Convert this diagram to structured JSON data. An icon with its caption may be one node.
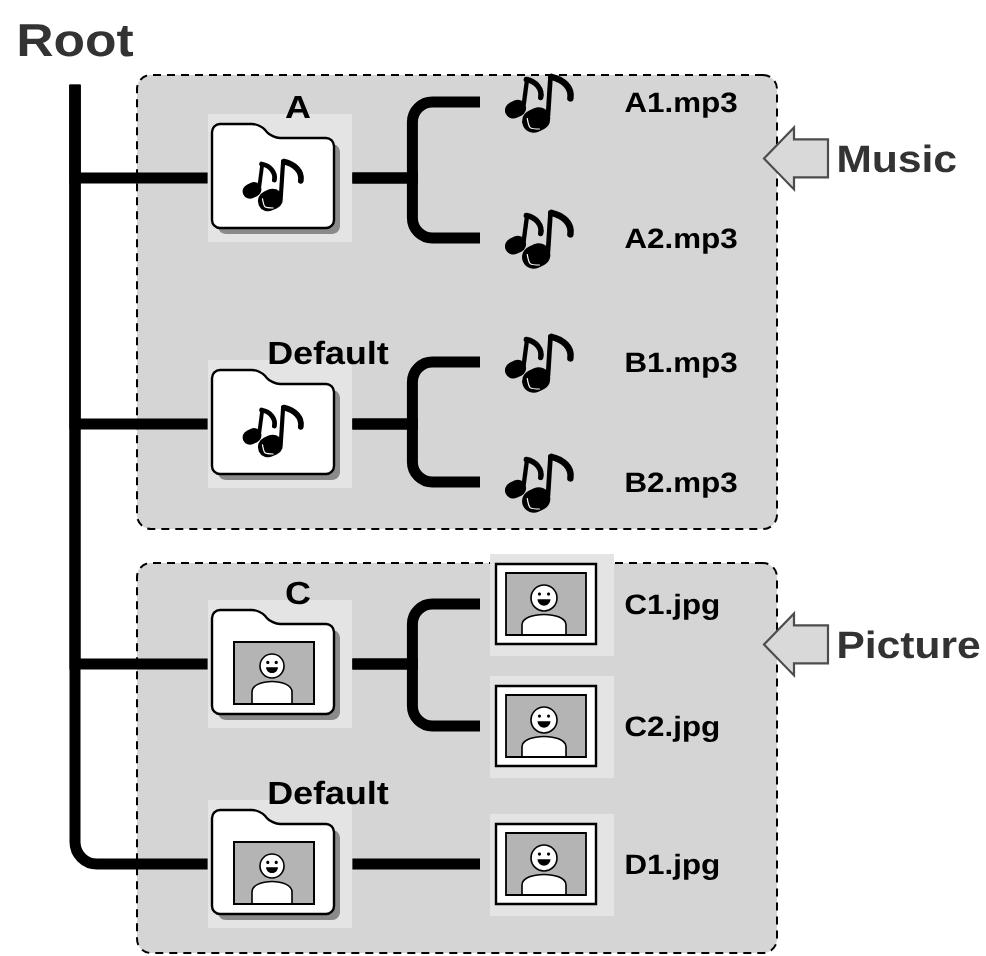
{
  "diagram": {
    "nodes": [
      {
        "text": [
          "Root"
        ]
      },
      {
        "text": [],
        "shape": "box"
      },
      {
        "text": [
          "A"
        ],
        "in": 1
      },
      {
        "text": [
          "A1.mp3"
        ],
        "in": 1
      },
      {
        "text": [
          "A2.mp3"
        ],
        "in": 1
      },
      {
        "text": [
          "Default"
        ],
        "in": 1
      },
      {
        "text": [
          "B1.mp3"
        ],
        "in": 1
      },
      {
        "text": [
          "B2.mp3"
        ],
        "in": 1
      },
      {
        "text": [
          "Music"
        ]
      },
      {
        "text": [],
        "shape": "box"
      },
      {
        "text": [
          "C"
        ],
        "in": 9
      },
      {
        "text": [
          "C1.jpg"
        ],
        "in": 9
      },
      {
        "text": [
          "C2.jpg"
        ],
        "in": 9
      },
      {
        "text": [
          "Default"
        ],
        "in": 9
      },
      {
        "text": [
          "D1.jpg"
        ],
        "in": 9
      },
      {
        "text": [
          "Picture"
        ]
      }
    ],
    "edges": [
      {
        "from": 0,
        "to": 2,
        "arrow": "none"
      },
      {
        "from": 0,
        "to": 5,
        "arrow": "none"
      },
      {
        "from": 0,
        "to": 10,
        "arrow": "none"
      },
      {
        "from": 0,
        "to": 13,
        "arrow": "none"
      },
      {
        "from": 2,
        "to": 3,
        "arrow": "none"
      },
      {
        "from": 2,
        "to": 4,
        "arrow": "none"
      },
      {
        "from": 5,
        "to": 6,
        "arrow": "none"
      },
      {
        "from": 5,
        "to": 7,
        "arrow": "none"
      },
      {
        "from": 10,
        "to": 11,
        "arrow": "none"
      },
      {
        "from": 10,
        "to": 12,
        "arrow": "none"
      },
      {
        "from": 13,
        "to": 14,
        "arrow": "none"
      },
      {
        "from": 8,
        "to": 1,
        "arrow": "to"
      },
      {
        "from": 15,
        "to": 9,
        "arrow": "to"
      }
    ]
  }
}
